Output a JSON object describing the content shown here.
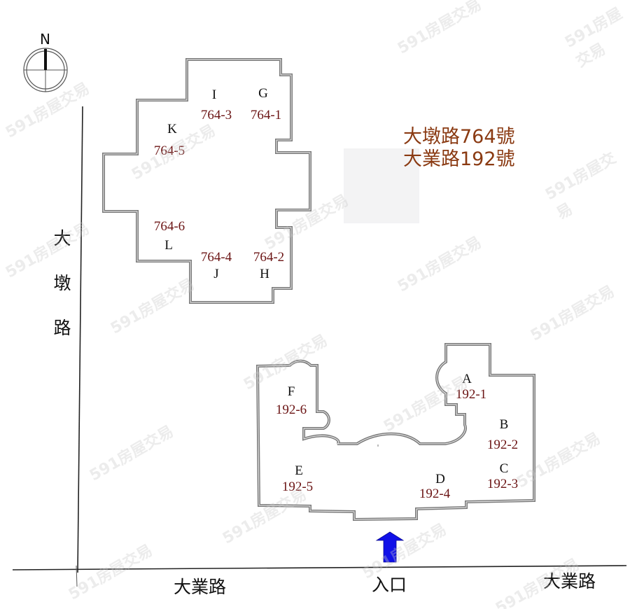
{
  "compass": {
    "north_label": "N"
  },
  "address": {
    "line1": "大墩路764號",
    "line2": "大業路192號",
    "color": "#8a3a12"
  },
  "roads": {
    "left_vertical": [
      "大",
      "墩",
      "路"
    ],
    "bottom_left": "大業路",
    "bottom_right": "大業路",
    "entrance": "入口"
  },
  "building_764": {
    "units": [
      {
        "letter": "G",
        "number": "764-1"
      },
      {
        "letter": "H",
        "number": "764-2"
      },
      {
        "letter": "I",
        "number": "764-3"
      },
      {
        "letter": "J",
        "number": "764-4"
      },
      {
        "letter": "K",
        "number": "764-5"
      },
      {
        "letter": "L",
        "number": "764-6"
      }
    ]
  },
  "building_192": {
    "units": [
      {
        "letter": "A",
        "number": "192-1"
      },
      {
        "letter": "B",
        "number": "192-2"
      },
      {
        "letter": "C",
        "number": "192-3"
      },
      {
        "letter": "D",
        "number": "192-4"
      },
      {
        "letter": "E",
        "number": "192-5"
      },
      {
        "letter": "F",
        "number": "192-6"
      }
    ]
  },
  "entrance_arrow": {
    "color": "#1010e8",
    "direction": "up"
  },
  "watermark": "591房屋交易"
}
